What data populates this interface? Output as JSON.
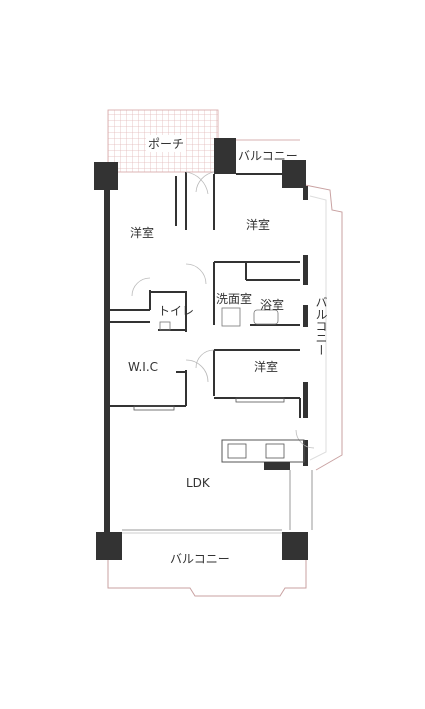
{
  "rooms": {
    "porch": "ポーチ",
    "balcony_top": "バルコニー",
    "western_room_1": "洋室",
    "western_room_2": "洋室",
    "western_room_3": "洋室",
    "washroom": "洗面室",
    "bathroom": "浴室",
    "toilet": "トイレ",
    "wic": "W.I.C",
    "ldk": "LDK",
    "balcony_right": "バルコニー",
    "balcony_bottom": "バルコニー"
  },
  "colors": {
    "wall": "#333333",
    "thin_line": "#555555",
    "light_line": "#bbbbbb",
    "porch_tile": "#d9a9a9"
  }
}
